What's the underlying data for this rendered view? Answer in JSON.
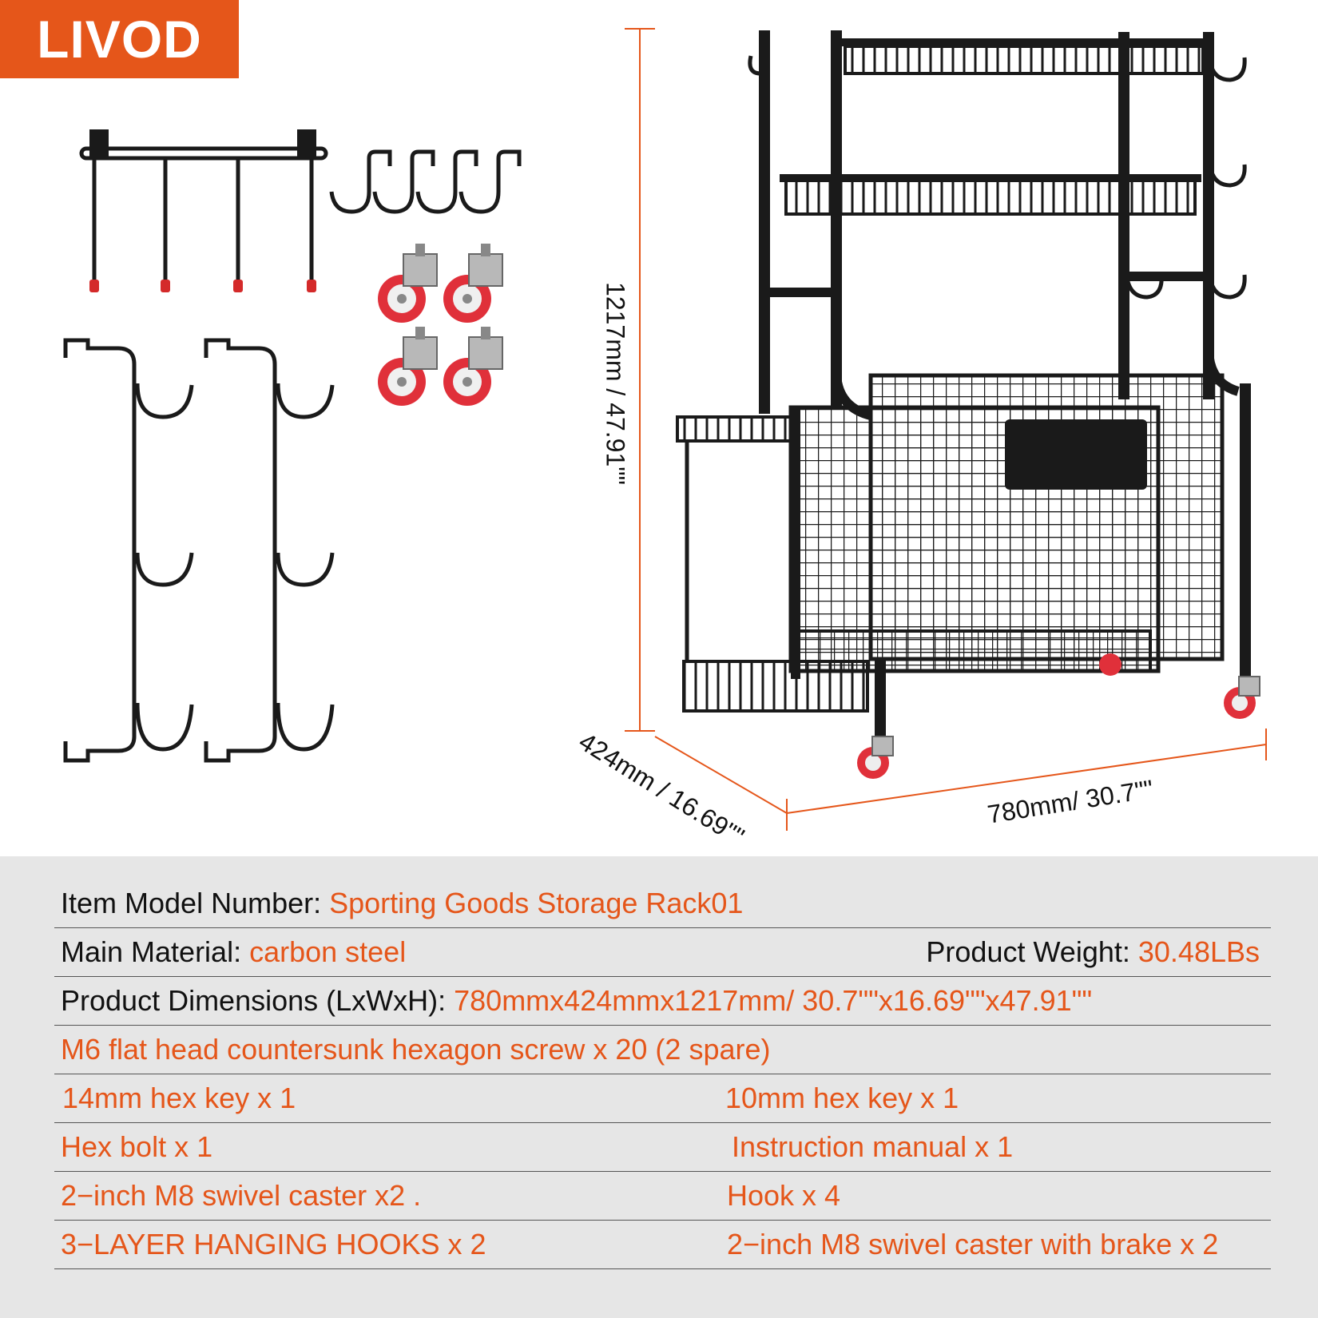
{
  "brand": {
    "logo_text": "LIVOD"
  },
  "colors": {
    "accent": "#e5561a",
    "frame": "#1a1a1a",
    "spec_background": "#e6e6e6",
    "wheel_red": "#e0303a"
  },
  "dimensions": {
    "height": "1217mm / 47.91\"\"",
    "depth": "424mm / 16.69\"\"",
    "width": "780mm/ 30.7\"\""
  },
  "specs": {
    "model_label": "Item Model Number: ",
    "model_value": "Sporting Goods Storage Rack01",
    "material_label": "Main Material: ",
    "material_value": "carbon steel",
    "weight_label": "Product Weight: ",
    "weight_value": "30.48LBs",
    "dims_label": "Product Dimensions (LxWxH): ",
    "dims_value": "780mmx424mmx1217mm/ 30.7\"\"x16.69\"\"x47.91\"\"",
    "parts": {
      "screw": "M6 flat head countersunk hexagon screw x 20 (2 spare)",
      "hex14": "14mm hex key x 1",
      "hex10": "10mm hex key x 1",
      "bolt": "Hex bolt x 1",
      "manual": "Instruction manual x 1",
      "caster": "2−inch M8 swivel caster x2 .",
      "hook": "Hook x 4",
      "hanging": "3−LAYER HANGING HOOKS x 2",
      "caster_brake": "2−inch M8 swivel caster with brake x 2"
    }
  }
}
